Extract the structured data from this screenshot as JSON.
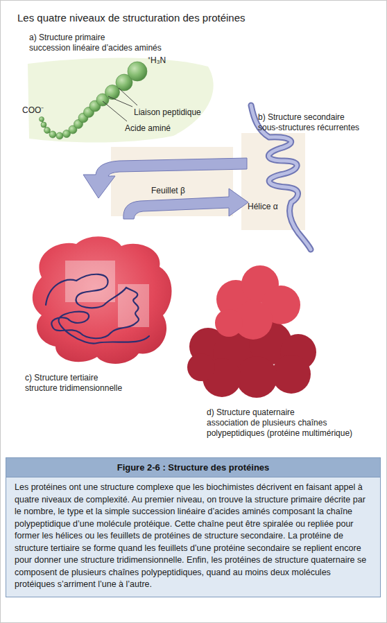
{
  "diagram": {
    "title": "Les quatre niveaux de structuration des protéines",
    "nodes": [
      {
        "text": [
          "Figure 2-6 : Structure des protéines",
          "Les protéines ont une structure complexe que les biochimistes décrivent en faisant appel à quatre niveaux de complexité. Au premier niveau, on trouve la structure primaire décrite par le nombre, le type et la simple succession linéaire d’acides aminés composant la chaîne polypeptidique d’une molécule protéique. Cette chaîne peut être spiralée ou repliée pour former les hélices ou les feuillets de protéines de structure secondaire. La protéine de structure tertiaire se forme quand les feuillets d’une protéine secondaire se replient encore pour donner une structure tridimensionnelle. Enfin, les protéines de structure quaternaire se composent de plusieurs chaînes polypeptidiques, quand au moins deux molécules protéiques s’arriment l’une à l’autre."
        ]
      }
    ],
    "labels": [
      "a) Structure primaire",
      "succession linéaire d’acides aminés",
      "⁺H₃N",
      "COO⁻",
      "Liaison peptidique",
      "Acide aminé",
      "b) Structure secondaire",
      "sous-structures récurrentes",
      "Feuillet β",
      "Hélice α",
      "c) Structure tertiaire",
      "structure tridimensionnelle",
      "d) Structure quaternaire",
      "association de plusieurs chaînes polypeptidiques (protéine multimérique)"
    ]
  }
}
